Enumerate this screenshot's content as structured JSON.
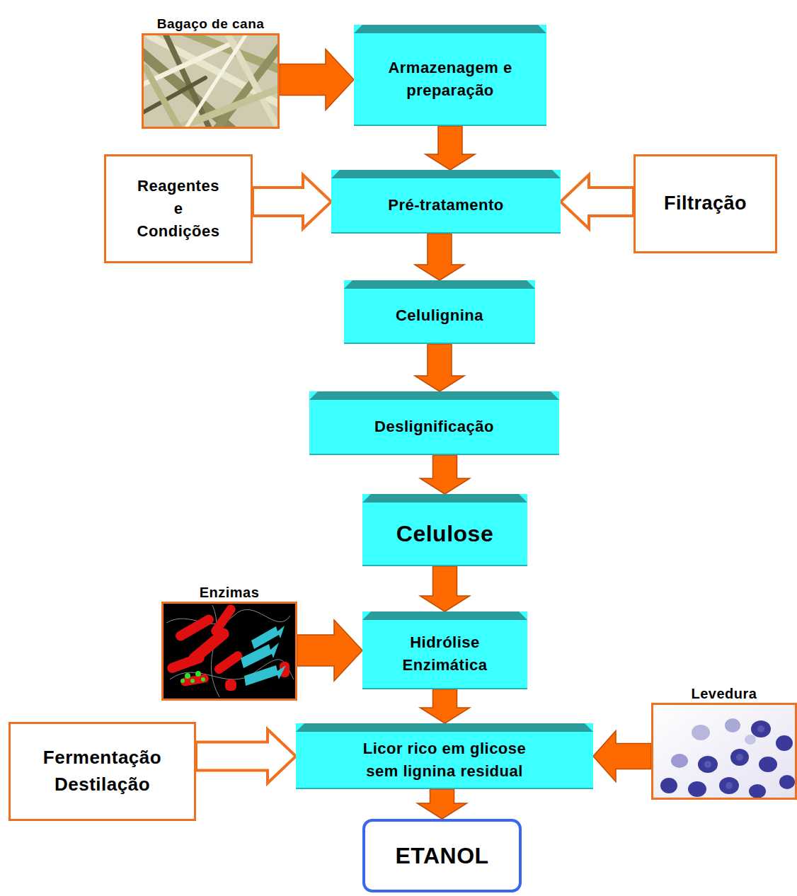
{
  "diagram": {
    "nodes": [
      {
        "text": [
          "Bagaço de cana"
        ]
      },
      {
        "text": [
          "Armazenagem e preparação"
        ]
      },
      {
        "text": [
          "Reagentes e Condições"
        ]
      },
      {
        "text": [
          "Pré-tratamento"
        ]
      },
      {
        "text": [
          "Filtração"
        ]
      },
      {
        "text": [
          "Celulignina"
        ]
      },
      {
        "text": [
          "Deslignificação"
        ]
      },
      {
        "text": [
          "Celulose"
        ]
      },
      {
        "text": [
          "Enzimas"
        ]
      },
      {
        "text": [
          "Hidrólise Enzimática"
        ]
      },
      {
        "text": [
          "Fermentação Destilação"
        ]
      },
      {
        "text": [
          "Licor rico em glicose sem lignina residual"
        ]
      },
      {
        "text": [
          "Levedura"
        ]
      },
      {
        "text": [
          "ETANOL"
        ]
      }
    ],
    "edges": [
      {
        "from": 0,
        "to": 1,
        "arrow": "to"
      },
      {
        "from": 1,
        "to": 3,
        "arrow": "to"
      },
      {
        "from": 2,
        "to": 3,
        "arrow": "to"
      },
      {
        "from": 4,
        "to": 3,
        "arrow": "to"
      },
      {
        "from": 3,
        "to": 5,
        "arrow": "to"
      },
      {
        "from": 5,
        "to": 6,
        "arrow": "to"
      },
      {
        "from": 6,
        "to": 7,
        "arrow": "to"
      },
      {
        "from": 7,
        "to": 9,
        "arrow": "to"
      },
      {
        "from": 8,
        "to": 9,
        "arrow": "to"
      },
      {
        "from": 9,
        "to": 11,
        "arrow": "to"
      },
      {
        "from": 10,
        "to": 11,
        "arrow": "to"
      },
      {
        "from": 12,
        "to": 11,
        "arrow": "to"
      },
      {
        "from": 11,
        "to": 13,
        "arrow": "to"
      }
    ]
  }
}
